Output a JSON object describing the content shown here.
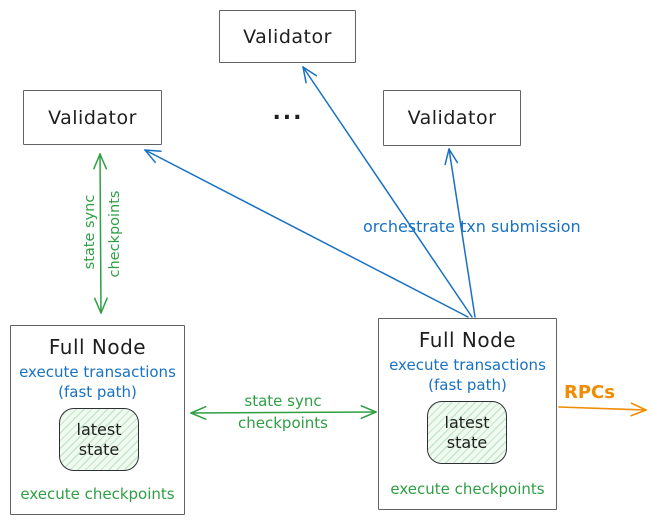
{
  "nodes": {
    "validator_top": {
      "label": "Validator"
    },
    "validator_left": {
      "label": "Validator"
    },
    "validator_right": {
      "label": "Validator"
    },
    "ellipsis": "...",
    "full_node_left": {
      "title": "Full Node",
      "exec_transactions": "execute transactions",
      "fast_path": "(fast path)",
      "latest_state": {
        "line1": "latest",
        "line2": "state"
      },
      "exec_checkpoints": "execute checkpoints"
    },
    "full_node_right": {
      "title": "Full Node",
      "exec_transactions": "execute transactions",
      "fast_path": "(fast path)",
      "latest_state": {
        "line1": "latest",
        "line2": "state"
      },
      "exec_checkpoints": "execute checkpoints"
    }
  },
  "edges": {
    "state_sync_left_vertical": {
      "line1": "state sync",
      "line2": "checkpoints"
    },
    "state_sync_between_nodes": {
      "line1": "state sync",
      "line2": "checkpoints"
    },
    "orchestrate": {
      "label": "orchestrate txn submission"
    },
    "rpcs": {
      "label": "RPCs"
    }
  },
  "colors": {
    "blue": "#1971c2",
    "green": "#2f9e44",
    "orange": "#f08c00",
    "ink": "#1e1e1e",
    "box_stroke": "#5f6368",
    "state_fill": "#f0faf1"
  }
}
